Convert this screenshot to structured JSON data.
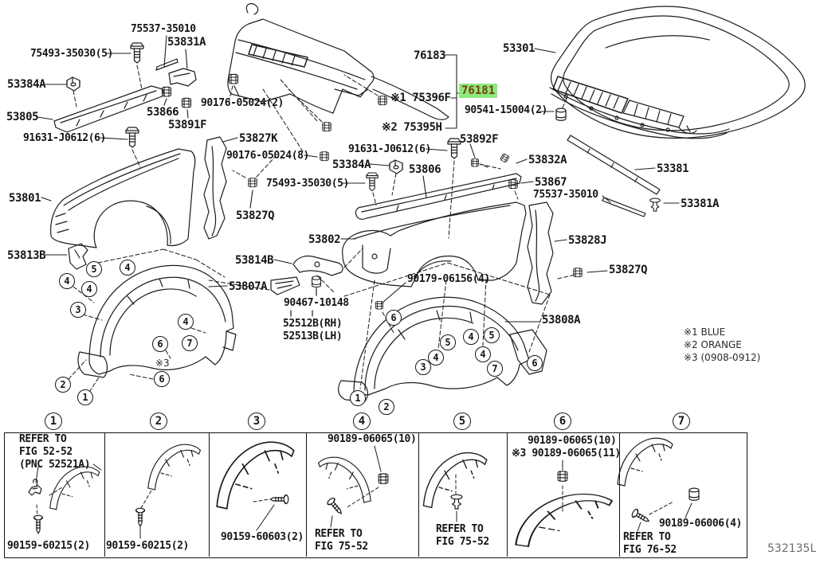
{
  "diagram_code": "532135L",
  "highlight": {
    "bg": "#8DE97A",
    "text_color": "#7A3A12",
    "css": "background:#8DE97A;color:#7A3A12"
  },
  "labels": {
    "l75537_top": "75537-35010",
    "l53831a": "53831A",
    "l75493_top": "75493-35030(5)",
    "l53384a_top": "53384A",
    "l53805": "53805",
    "l53866": "53866",
    "l53891f": "53891F",
    "l91631_left": "91631-J0612(6)",
    "l90176_2": "90176-05024(2)",
    "l76183": "76183",
    "l75396f": "※1 75396F",
    "l76181": "76181",
    "l90541": "90541-15004(2)",
    "l75395h": "※2 75395H",
    "l53301": "53301",
    "l53827k": "53827K",
    "l90176_8": "90176-05024(8)",
    "l91631_mid": "91631-J0612(6)",
    "l53892f": "53892F",
    "l53832a": "53832A",
    "l53384a_mid": "53384A",
    "l53806": "53806",
    "l53867": "53867",
    "l75493_mid": "75493-35030(5)",
    "l75537_mid": "75537-35010",
    "l53381": "53381",
    "l53381a": "53381A",
    "l53801": "53801",
    "l53827q_left": "53827Q",
    "l53813b": "53813B",
    "l53802": "53802",
    "l53828j": "53828J",
    "l53827q_right": "53827Q",
    "l53814b": "53814B",
    "l53807a": "53807A",
    "l90179": "90179-06156(4)",
    "l90467": "90467-10148",
    "l52512b": "52512B(RH)",
    "l52513b": "52513B(LH)",
    "l53808a": "53808A",
    "note3": "※3"
  },
  "legend": {
    "item1": "※1 BLUE",
    "item2": "※2 ORANGE",
    "item3": "※3 (0908-0912)"
  },
  "callouts": {
    "n1": "1",
    "n2": "2",
    "n3": "3",
    "n4": "4",
    "n5": "5",
    "n6": "6",
    "n7": "7"
  },
  "table": {
    "col1": {
      "note_line1": "REFER TO",
      "note_line2": "FIG 52-52",
      "note_line3": "(PNC 52521A)",
      "part": "90159-60215(2)"
    },
    "col2": {
      "part": "90159-60215(2)"
    },
    "col3": {
      "part": "90159-60603(2)"
    },
    "col4": {
      "part": "90189-06065(10)",
      "note_line1": "REFER TO",
      "note_line2": "FIG 75-52"
    },
    "col5": {
      "note_line1": "REFER TO",
      "note_line2": "FIG 75-52"
    },
    "col6": {
      "part1": "90189-06065(10)",
      "part2": "※3 90189-06065(11)"
    },
    "col7": {
      "part": "90189-06006(4)",
      "note_line1": "REFER TO",
      "note_line2": "FIG 76-52"
    }
  }
}
